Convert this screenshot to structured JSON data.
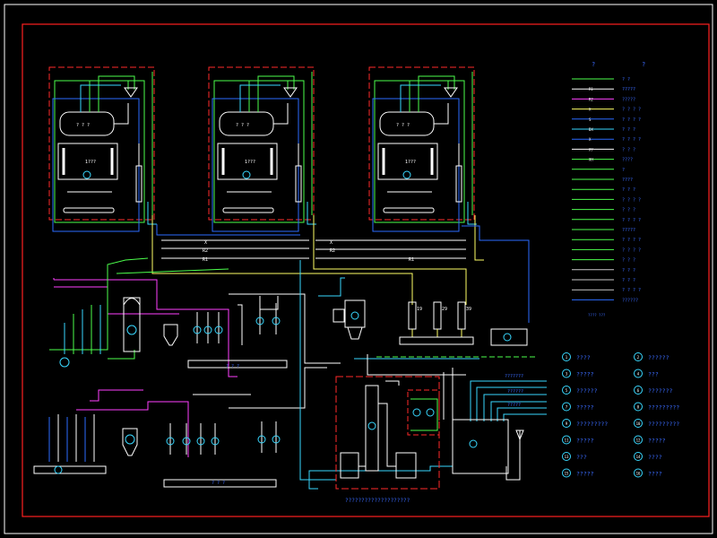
{
  "colors": {
    "background": "#000000",
    "frame_outer": "#ffffff",
    "frame_inner": "#ff2020",
    "red_dash": "#ff2a2a",
    "green": "#4cff4c",
    "cyan": "#38d8ff",
    "blue": "#2b6bff",
    "yellow": "#ffff66",
    "magenta": "#ff40ff",
    "white": "#ffffff",
    "label": "#3a6bff",
    "gray": "#c8c8c8"
  },
  "drawing": {
    "boiler_labels": [
      "1???",
      "1???",
      "1???"
    ],
    "drum_labels": [
      "? ? ?",
      "? ? ?",
      "? ? ?"
    ],
    "header_labels": [
      "X",
      "R2",
      "R1"
    ],
    "header_labels_right": [
      "X",
      "R2",
      "R1"
    ],
    "pump_numbers": [
      "19",
      "29",
      "39"
    ],
    "tank_labels": [
      "? ? ?",
      "? ? ?"
    ],
    "bottom_note": "????????????????????",
    "misc_label_a": "???????",
    "misc_label_b": "??????",
    "misc_label_c": "?????"
  },
  "legend": {
    "header_left": "?",
    "header_right": "?",
    "rows": [
      {
        "code": "",
        "text": "? ?"
      },
      {
        "code": "R1",
        "text": "?????"
      },
      {
        "code": "R2",
        "text": "?????"
      },
      {
        "code": "X",
        "text": "? ? ? ?"
      },
      {
        "code": "S",
        "text": "? ? ? ?"
      },
      {
        "code": "DX",
        "text": "? ? ?"
      },
      {
        "code": "X",
        "text": "? ? ? ?"
      },
      {
        "code": "XY",
        "text": "? ? ?"
      },
      {
        "code": "XH",
        "text": "????"
      },
      {
        "code": "",
        "text": "?"
      },
      {
        "code": "",
        "text": "????"
      },
      {
        "code": "",
        "text": "? ? ?"
      },
      {
        "code": "",
        "text": "? ? ? ?"
      },
      {
        "code": "",
        "text": "? ? ?"
      },
      {
        "code": "",
        "text": "? ? ? ?"
      },
      {
        "code": "",
        "text": "?????"
      },
      {
        "code": "",
        "text": "? ? ? ?"
      },
      {
        "code": "",
        "text": "? ? ? ?"
      },
      {
        "code": "",
        "text": "? ? ?"
      },
      {
        "code": "",
        "text": "? ? ?"
      },
      {
        "code": "",
        "text": "? ? ?"
      },
      {
        "code": "",
        "text": "? ? ? ?"
      },
      {
        "code": "",
        "text": "??????"
      }
    ],
    "units_label": "????   ???"
  },
  "equipment_list": {
    "left": [
      {
        "no": "1",
        "name": "????"
      },
      {
        "no": "3",
        "name": "?????"
      },
      {
        "no": "5",
        "name": "??????"
      },
      {
        "no": "7",
        "name": "?????"
      },
      {
        "no": "9",
        "name": "?????????"
      },
      {
        "no": "11",
        "name": "?????"
      },
      {
        "no": "13",
        "name": "???"
      },
      {
        "no": "15",
        "name": "?????"
      }
    ],
    "right": [
      {
        "no": "2",
        "name": "??????"
      },
      {
        "no": "4",
        "name": "???"
      },
      {
        "no": "6",
        "name": "???????"
      },
      {
        "no": "8",
        "name": "?????????"
      },
      {
        "no": "10",
        "name": "?????????"
      },
      {
        "no": "12",
        "name": "?????"
      },
      {
        "no": "14",
        "name": "????"
      },
      {
        "no": "16",
        "name": "????"
      }
    ]
  }
}
